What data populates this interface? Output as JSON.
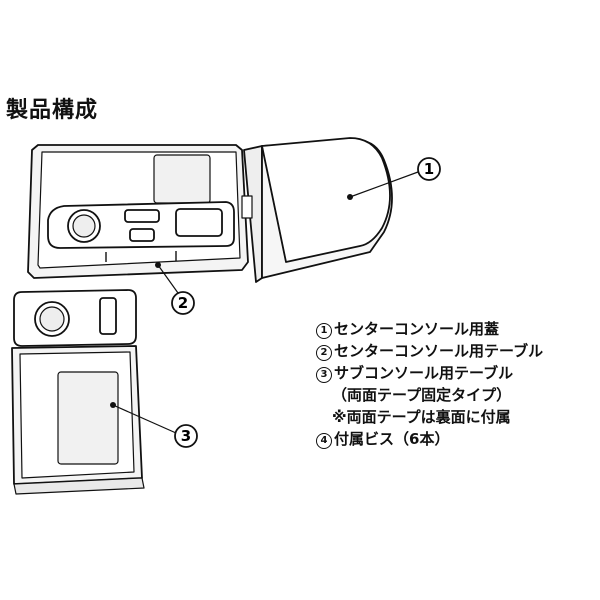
{
  "title": "製品構成",
  "callouts": {
    "c1": "1",
    "c2": "2",
    "c3": "3"
  },
  "legend": {
    "item1_num": "1",
    "item1_label": "センターコンソール用蓋",
    "item2_num": "2",
    "item2_label": "センターコンソール用テーブル",
    "item3_num": "3",
    "item3_label": "サブコンソール用テーブル",
    "item3_sub1": "（両面テープ固定タイプ）",
    "item3_sub2": "※両面テープは裏面に付属",
    "item4_num": "4",
    "item4_label": "付属ビス（6本）"
  }
}
